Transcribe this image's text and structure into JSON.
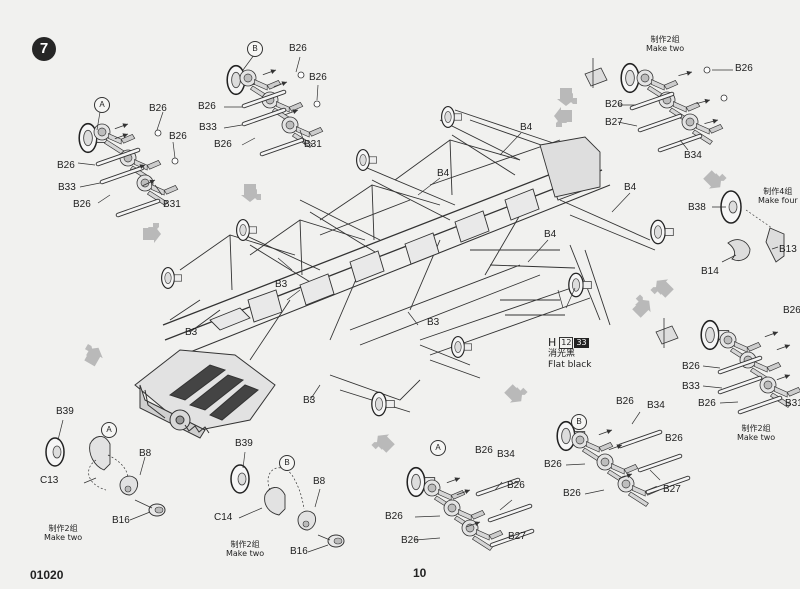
{
  "step": "7",
  "page": {
    "code": "01020",
    "number": "10"
  },
  "circle_markers": [
    "A",
    "B",
    "A",
    "B",
    "A",
    "B"
  ],
  "labels": {
    "tl": [
      "B26",
      "B26",
      "B33",
      "B26",
      "B31"
    ],
    "tb": [
      "B26",
      "B26",
      "B26",
      "B33",
      "B26",
      "B31"
    ],
    "tr": [
      "B26",
      "B26",
      "B27",
      "B34"
    ],
    "wheel": [
      "B38",
      "B14",
      "B13"
    ],
    "rm": [
      "B26",
      "B26",
      "B33",
      "B26",
      "B31"
    ],
    "chassis": [
      "B4",
      "B4",
      "B4",
      "B4",
      "B3",
      "B3",
      "B3",
      "B3"
    ],
    "bl1": [
      "B39",
      "B8",
      "C13",
      "B16"
    ],
    "bl2": [
      "B39",
      "B8",
      "C14",
      "B16"
    ],
    "bc": [
      "B26",
      "B34",
      "B26",
      "B26",
      "B27"
    ],
    "br": [
      "B26",
      "B34",
      "B26",
      "B26",
      "B27"
    ]
  },
  "notes": {
    "make_two_1": {
      "cn": "制作2组",
      "en": "Make two"
    },
    "make_four": {
      "cn": "制作4组",
      "en": "Make four"
    },
    "make_two_2": {
      "cn": "制作2组",
      "en": "Make two"
    },
    "make_two_3": {
      "cn": "制作2组",
      "en": "Make two"
    },
    "make_two_4": {
      "cn": "制作2组",
      "en": "Make two"
    }
  },
  "paint": {
    "letter": "H",
    "code1": "12",
    "code2": "33",
    "cn": "消光黑",
    "en": "Flat black"
  }
}
